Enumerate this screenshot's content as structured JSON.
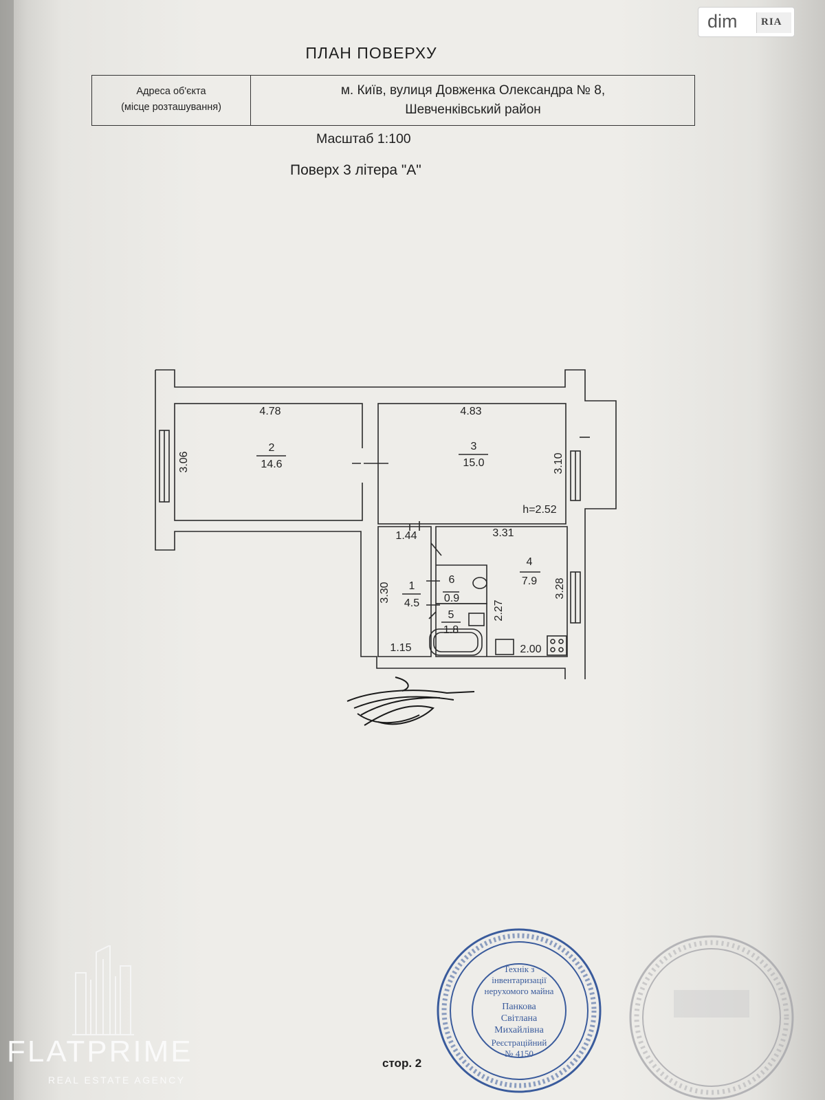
{
  "document": {
    "title": "ПЛАН ПОВЕРХУ",
    "address_label_lines": [
      "Адреса об'єкта",
      "(місце розташування)"
    ],
    "address_value_lines": [
      "м. Київ, вулиця Довженка Олександра № 8,",
      "Шевченківський район"
    ],
    "scale": "Масштаб 1:100",
    "floor": "Поверх 3 літера \"А\"",
    "page_number": "стор. 2"
  },
  "plan": {
    "ceiling_height": "h=2.52",
    "rooms": [
      {
        "number": "1",
        "area": "4.5"
      },
      {
        "number": "2",
        "area": "14.6"
      },
      {
        "number": "3",
        "area": "15.0"
      },
      {
        "number": "4",
        "area": "7.9"
      },
      {
        "number": "5",
        "area": "1.8"
      },
      {
        "number": "6",
        "area": "0.9"
      }
    ],
    "dimensions": {
      "room2_width": "4.78",
      "room2_depth": "3.06",
      "room3_width": "4.83",
      "room3_depth": "3.10",
      "hall_width_top": "1.44",
      "hall_depth": "3.30",
      "hall_width_bottom": "1.15",
      "kitchen_width": "3.31",
      "kitchen_depth": "3.28",
      "kitchen_inner_depth": "2.27",
      "kitchen_inner_width": "2.00"
    }
  },
  "stamp": {
    "lines": [
      "Технік з",
      "інвентаризації",
      "нерухомого майна",
      "Панкова",
      "Світлана",
      "Михайлівна",
      "Реєстраційний",
      "№ 4150"
    ]
  },
  "branding": {
    "agency_name": "FLATPRIME",
    "agency_tagline": "REAL ESTATE AGENCY",
    "portal_dim": "dim",
    "portal_ria": "RIA"
  },
  "colors": {
    "paper": "#eeede9",
    "ink": "#222222",
    "stamp_blue": "#3a5b9c",
    "stamp_grey": "#a3a3a8"
  }
}
